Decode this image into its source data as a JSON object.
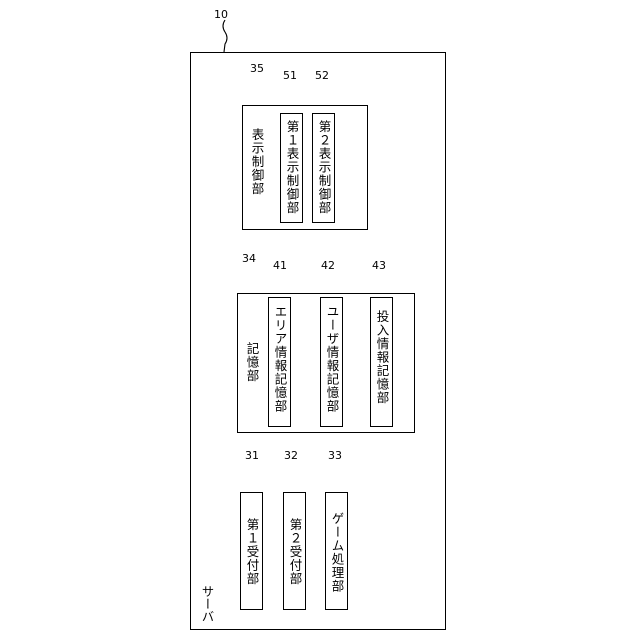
{
  "server": {
    "ref": "10",
    "label": "サーバ"
  },
  "display_control": {
    "ref": "35",
    "label": "表示制御部",
    "units": [
      {
        "ref": "51",
        "label": "第１表示制御部"
      },
      {
        "ref": "52",
        "label": "第２表示制御部"
      }
    ]
  },
  "storage": {
    "ref": "34",
    "label": "記憶部",
    "units": [
      {
        "ref": "41",
        "label": "エリア情報記憶部"
      },
      {
        "ref": "42",
        "label": "ユーザ情報記憶部"
      },
      {
        "ref": "43",
        "label": "投入情報記憶部"
      }
    ]
  },
  "processing_units": [
    {
      "ref": "31",
      "label": "第１受付部"
    },
    {
      "ref": "32",
      "label": "第２受付部"
    },
    {
      "ref": "33",
      "label": "ゲーム処理部"
    }
  ]
}
